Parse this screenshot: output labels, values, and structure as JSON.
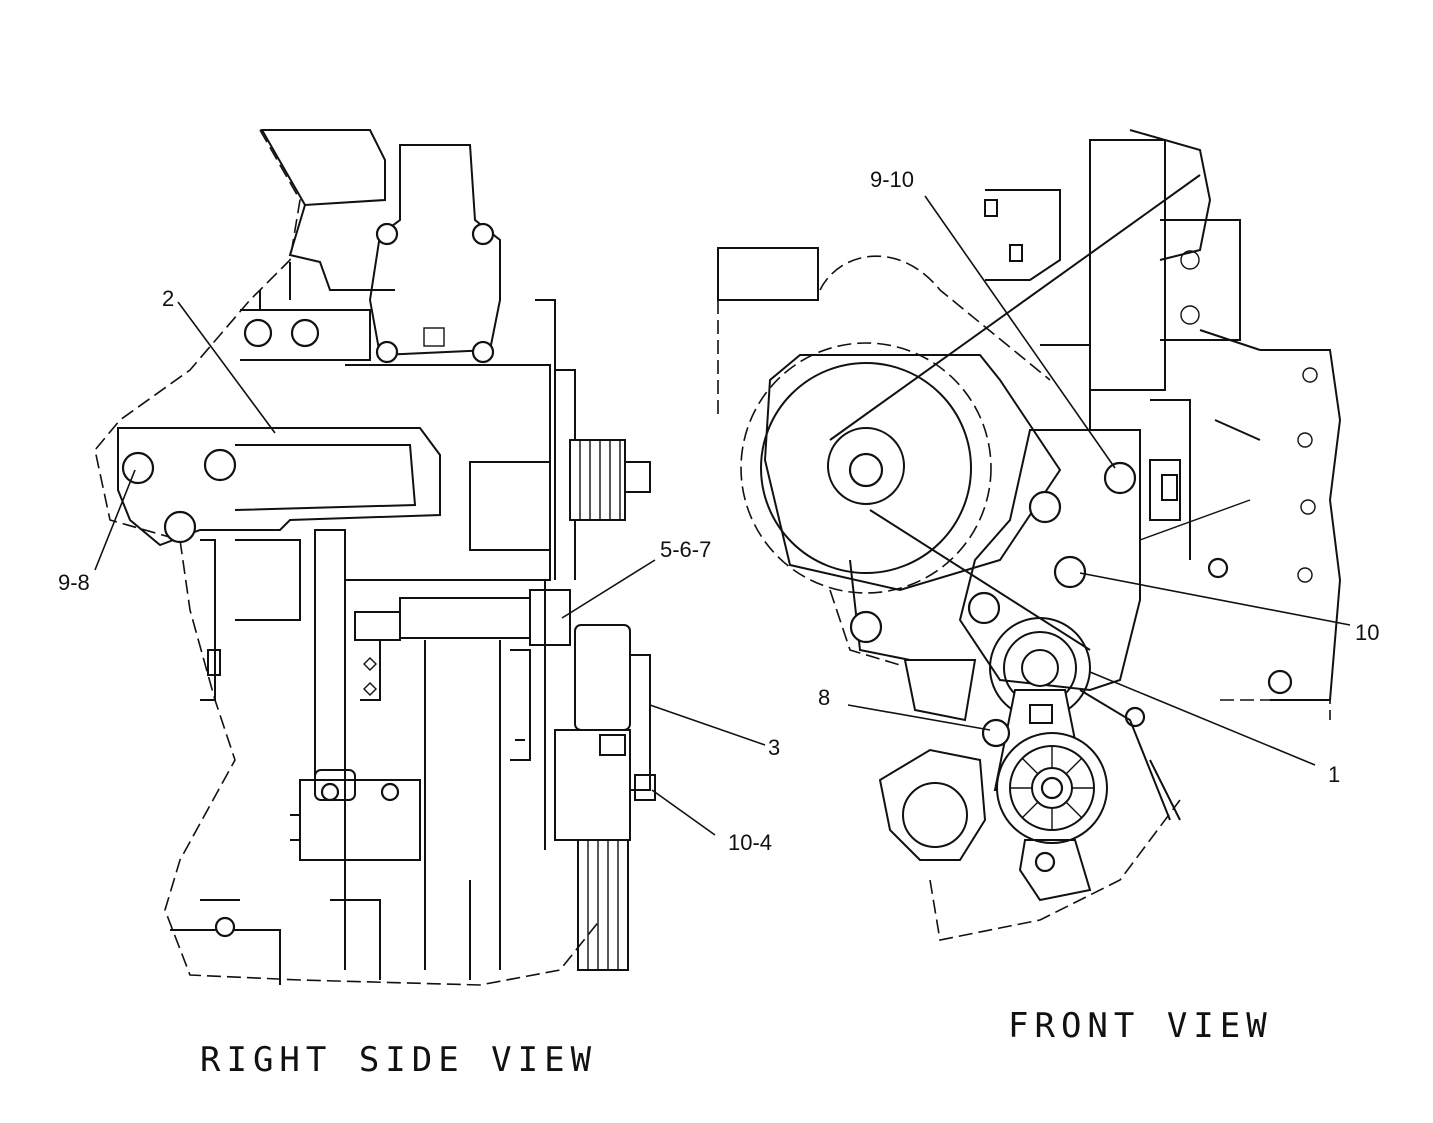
{
  "views": {
    "right_side": {
      "title": "RIGHT SIDE VIEW"
    },
    "front": {
      "title": "FRONT VIEW"
    }
  },
  "callouts": {
    "c_2": "2",
    "c_9_8": "9-8",
    "c_5_6_7": "5-6-7",
    "c_3": "3",
    "c_10_4": "10-4",
    "c_9_10": "9-10",
    "c_10": "10",
    "c_8": "8",
    "c_1": "1"
  }
}
